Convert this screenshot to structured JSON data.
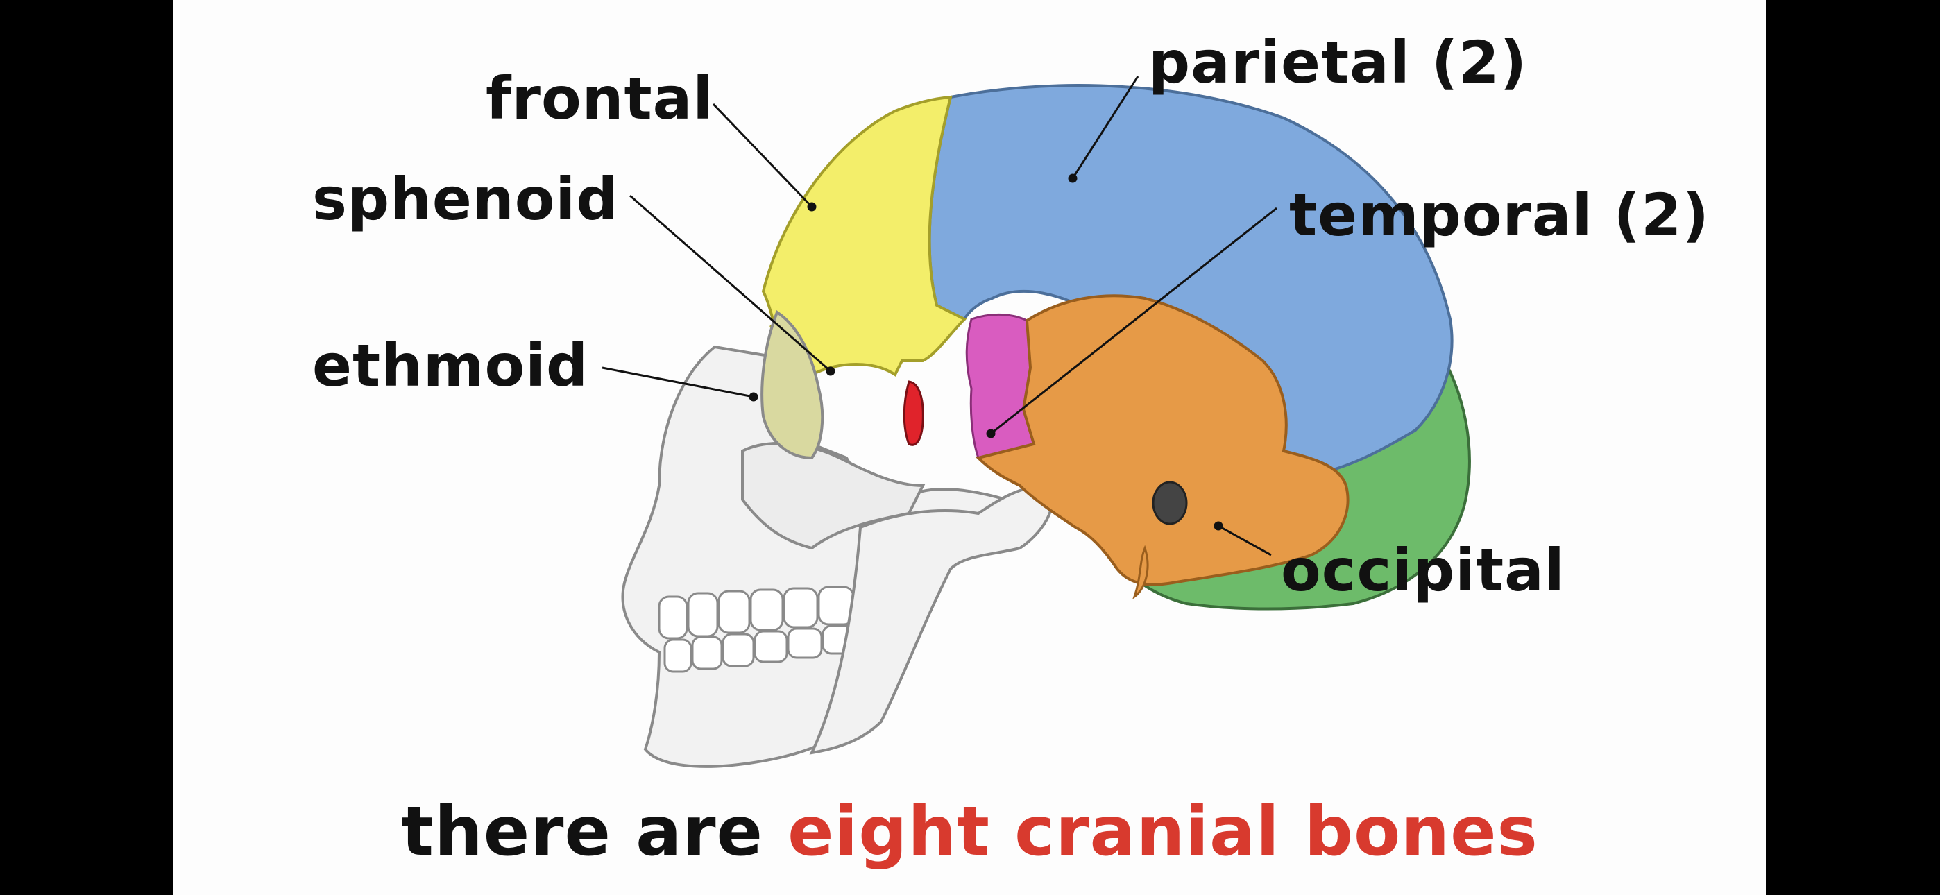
{
  "labels": {
    "frontal": "frontal",
    "sphenoid": "sphenoid",
    "ethmoid": "ethmoid",
    "parietal": "parietal (2)",
    "temporal": "temporal (2)",
    "occipital": "occipital"
  },
  "caption": {
    "lead": "there are",
    "highlight": "eight cranial bones"
  },
  "colors": {
    "frontal": "#f3ee6a",
    "parietal": "#7fa9dd",
    "temporal": "#e69a47",
    "sphenoid": "#d95cc0",
    "ethmoid": "#e0232b",
    "occipital": "#6dbb6a",
    "bone": "#f2f2f2",
    "accent": "#d83a2e"
  }
}
